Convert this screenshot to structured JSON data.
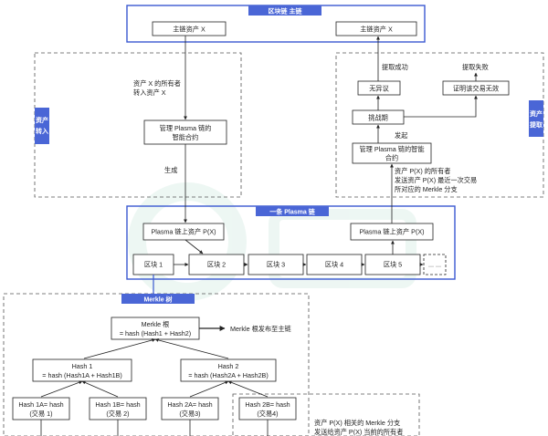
{
  "colors": {
    "accent": "#3a59d1",
    "header_fill": "#4a66d6",
    "line": "#222222",
    "dashed": "#555555",
    "watermark": "#dff0ea"
  },
  "chain": {
    "title": "区块链 主链",
    "asset_left": "主链资产 X",
    "asset_right": "主链资产 X"
  },
  "deposit": {
    "side_label_1": "资产",
    "side_label_2": "转入",
    "note_1": "资产 X 的所有者",
    "note_2": "转入资产 X",
    "contract_1": "管理 Plasma 链的",
    "contract_2": "智能合约",
    "generate": "生成"
  },
  "withdraw": {
    "side_label_1": "资产",
    "side_label_2": "提取",
    "success": "提取成功",
    "fail": "提取失败",
    "no_dispute": "无异议",
    "prove_invalid": "证明该交易无效",
    "challenge": "挑战期",
    "initiate": "发起",
    "contract_1": "管理 Plasma 链的智能",
    "contract_2": "合约",
    "note_1": "资产 P(X) 的所有者",
    "note_2": "发送资产 P(X) 最近一次交易",
    "note_3": "所对应的 Merkle 分支"
  },
  "plasma": {
    "title": "一条 Plasma 链",
    "asset_left": "Plasma 链上资产 P(X)",
    "asset_right": "Plasma 链上资产 P(X)",
    "blocks": [
      "区块 1",
      "区块 2",
      "区块 3",
      "区块 4",
      "区块 5",
      "... ..."
    ]
  },
  "merkle": {
    "title": "Merkle 树",
    "root_1": "Merkle 根",
    "root_2": "= hash (Hash1 + Hash2)",
    "publish": "Merkle 根发布至主链",
    "h1_1": "Hash 1",
    "h1_2": "= hash (Hash1A + Hash1B)",
    "h2_1": "Hash 2",
    "h2_2": "= hash (Hash2A + Hash2B)",
    "leaves": [
      {
        "l1": "Hash 1A= hash",
        "l2": "(交易 1)"
      },
      {
        "l1": "Hash 1B= hash",
        "l2": "(交易 2)"
      },
      {
        "l1": "Hash 2A= hash",
        "l2": "(交易3)"
      },
      {
        "l1": "Hash 2B= hash",
        "l2": "(交易4)"
      }
    ],
    "branch_note_1": "资产 P(X) 相关的 Merkle 分支",
    "branch_note_2": "发送给资产 P(X) 当前的所有者"
  }
}
